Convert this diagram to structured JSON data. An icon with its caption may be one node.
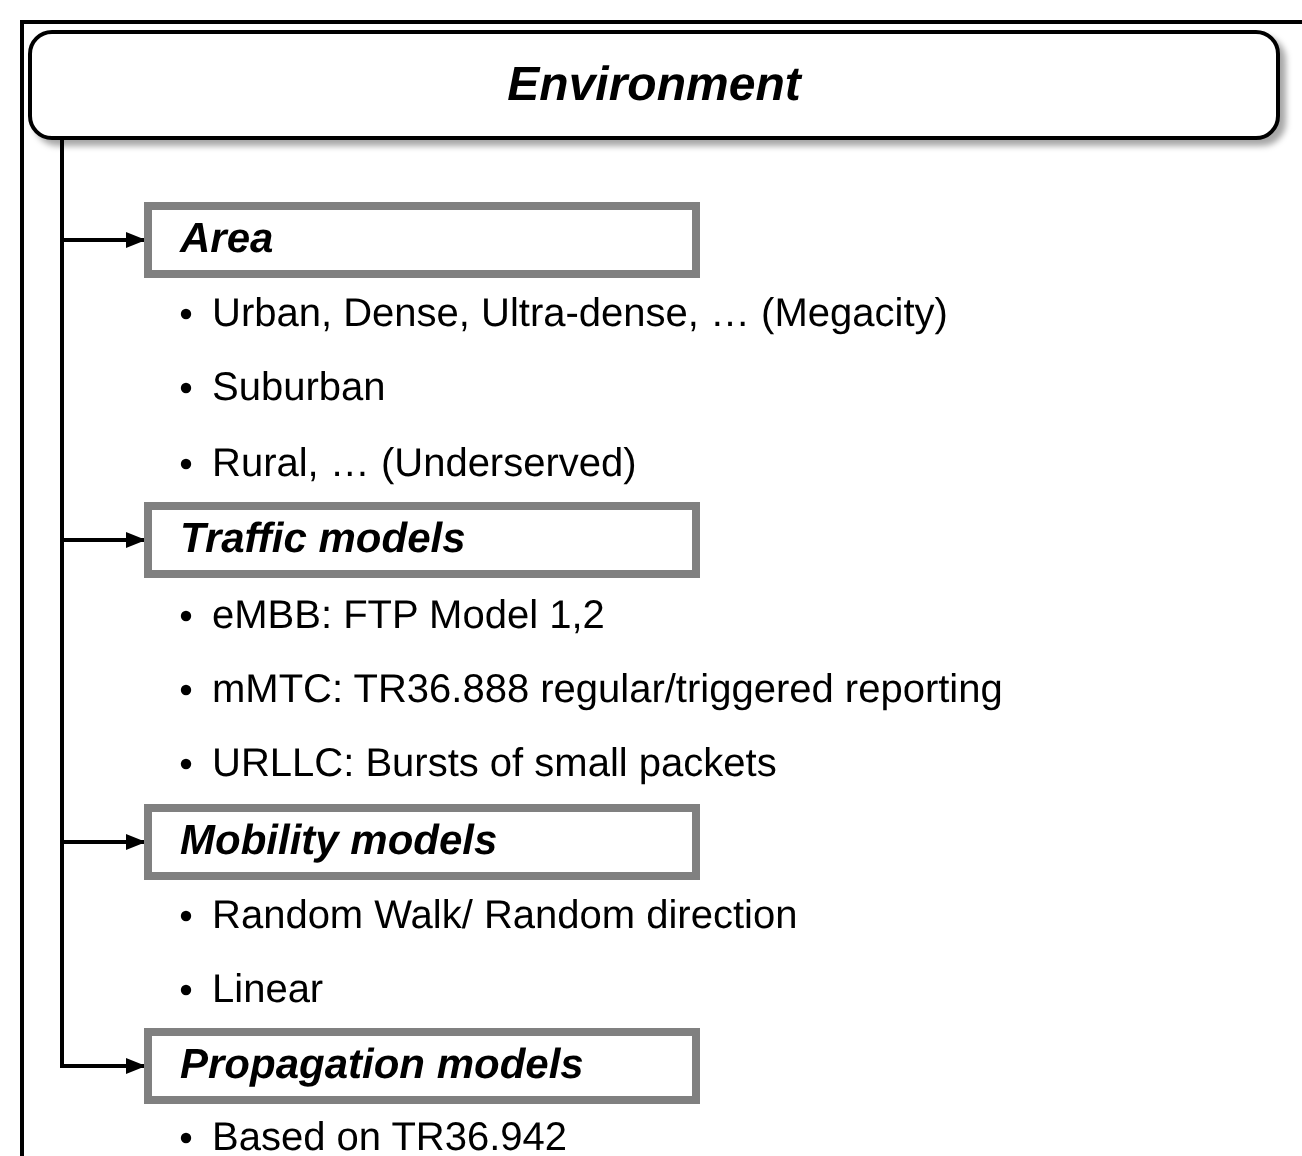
{
  "diagram": {
    "nodes": [
      {
        "text": [
          "Environment"
        ]
      },
      {
        "text": [
          "Area"
        ]
      },
      {
        "text": [
          "Traffic models"
        ]
      },
      {
        "text": [
          "Mobility models"
        ]
      },
      {
        "text": [
          "Propagation models"
        ]
      }
    ],
    "edges": [
      {
        "from": 0,
        "to": 1,
        "arrow": "to"
      },
      {
        "from": 0,
        "to": 2,
        "arrow": "to"
      },
      {
        "from": 0,
        "to": 3,
        "arrow": "to"
      },
      {
        "from": 0,
        "to": 4,
        "arrow": "to"
      }
    ],
    "labels": [
      "Urban, Dense, Ultra-dense, … (Megacity)",
      "Suburban",
      "Rural, … (Underserved)",
      "eMBB: FTP Model 1,2",
      "mMTC: TR36.888 regular/triggered reporting",
      "URLLC: Bursts of small packets",
      "Random Walk/ Random direction",
      "Linear",
      "Based on TR36.942"
    ]
  }
}
